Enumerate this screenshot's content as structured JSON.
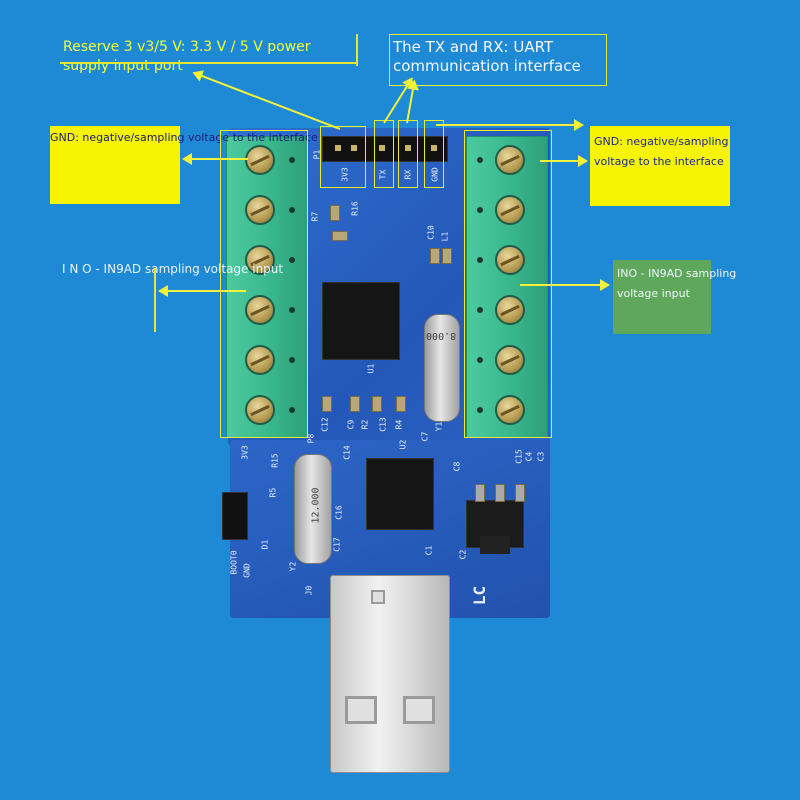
{
  "annotations": {
    "power_label": "Reserve 3 v3/5 V: 3.3 V / 5 V power supply input port",
    "uart_label": "The TX and RX: UART communication interface",
    "gnd_left_label": "GND: negative/sampling voltage to the interface",
    "gnd_right_label": "GND: negative/sampling voltage to the interface",
    "in_left_label": "I N O - IN9AD sampling voltage input",
    "in_right_label": "INO - IN9AD sampling voltage input"
  },
  "silkscreen": {
    "header_pins": [
      "3V3",
      "TX",
      "RX",
      "GND"
    ],
    "p_left": "P1",
    "r16": "R16",
    "r7": "R7",
    "c10": "C10",
    "l1": "L1",
    "u1": "U1",
    "y1": "Y1",
    "crystal_top": "8.000",
    "crystal_bottom": "12.000",
    "c12": "C12",
    "c9": "C9",
    "r2": "R2",
    "c13": "C13",
    "r4": "R4",
    "c7": "C7",
    "p8": "P8",
    "u2": "U2",
    "c8": "C8",
    "c15": "C15",
    "c4": "C4",
    "c3": "C3",
    "r15": "R15",
    "r5": "R5",
    "c14": "C14",
    "c16": "C16",
    "c17": "C17",
    "y2": "Y2",
    "c1": "C1",
    "c2": "C2",
    "d1": "D1",
    "j0": "J0",
    "boot_label": "BOOT0",
    "gnd_label": "GND",
    "v33_label": "3V3",
    "brand": "LC"
  },
  "colors": {
    "background": "#1e8ad6",
    "annotation_yellow": "#f6f400",
    "annotation_green": "#5fa75a",
    "pcb_blue": "#2458b8",
    "terminal_green": "#3bb98e"
  }
}
